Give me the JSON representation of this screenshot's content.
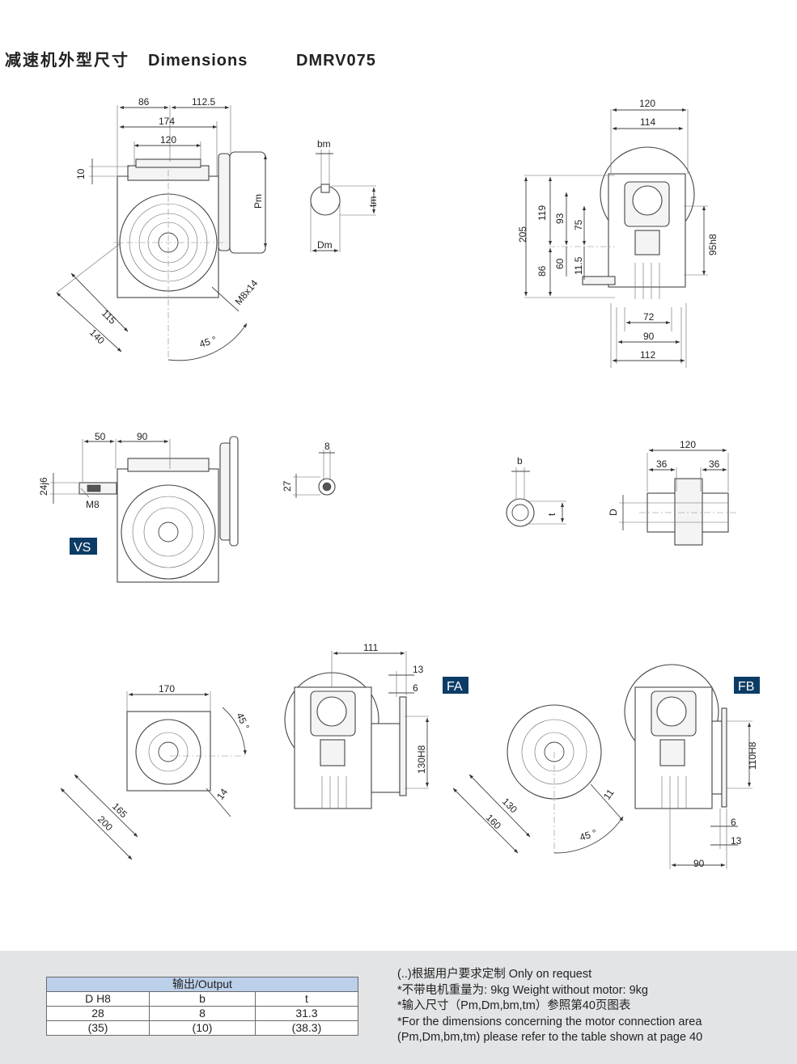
{
  "header": {
    "title_cn": "减速机外型尺寸",
    "title_en": "Dimensions",
    "model": "DMRV075"
  },
  "views": {
    "vs_tag": "VS",
    "fa_tag": "FA",
    "fb_tag": "FB"
  },
  "dims": {
    "d86": "86",
    "d112_5": "112.5",
    "d174": "174",
    "d120a": "120",
    "d10": "10",
    "pm": "Pm",
    "m8x14": "M8x14",
    "d115": "115",
    "d140": "140",
    "a45a": "45 °",
    "bm": "bm",
    "tm": "tm",
    "dm": "Dm",
    "d120b": "120",
    "d114": "114",
    "d205": "205",
    "d119": "119",
    "d93": "93",
    "d75": "75",
    "d95h8": "95h8",
    "d86b": "86",
    "d60": "60",
    "d11_5": "11.5",
    "d72": "72",
    "d90a": "90",
    "d112": "112",
    "d50": "50",
    "d90b": "90",
    "d24j6": "24j6",
    "m8": "M8",
    "d8": "8",
    "d27": "27",
    "b": "b",
    "t": "t",
    "d120c": "120",
    "d36a": "36",
    "d36b": "36",
    "dD": "D",
    "d170": "170",
    "a45b": "45 °",
    "d14": "14",
    "d165": "165",
    "d200": "200",
    "d111": "111",
    "d13a": "13",
    "d6a": "6",
    "d130h8": "130H8",
    "d130": "130",
    "d160": "160",
    "d11": "11",
    "a45c": "45 °",
    "d110h8": "110H8",
    "d6b": "6",
    "d13b": "13",
    "d90c": "90"
  },
  "output_table": {
    "group_header": "输出/Output",
    "columns": [
      "D   H8",
      "b",
      "t"
    ],
    "rows": [
      [
        "28",
        "8",
        "31.3"
      ],
      [
        "(35)",
        "(10)",
        "(38.3)"
      ]
    ]
  },
  "notes": [
    "(..)根据用户要求定制   Only on request",
    "*不带电机重量为: 9kg   Weight without motor: 9kg",
    "*输入尺寸（Pm,Dm,bm,tm）参照第40页图表",
    "*For the dimensions concerning the motor connection area",
    "(Pm,Dm,bm,tm) please refer to the table shown at page 40"
  ],
  "colors": {
    "tag_bg": "#0c3c66",
    "table_header_bg": "#bcd0ea",
    "footer_bg": "#e3e4e6"
  }
}
